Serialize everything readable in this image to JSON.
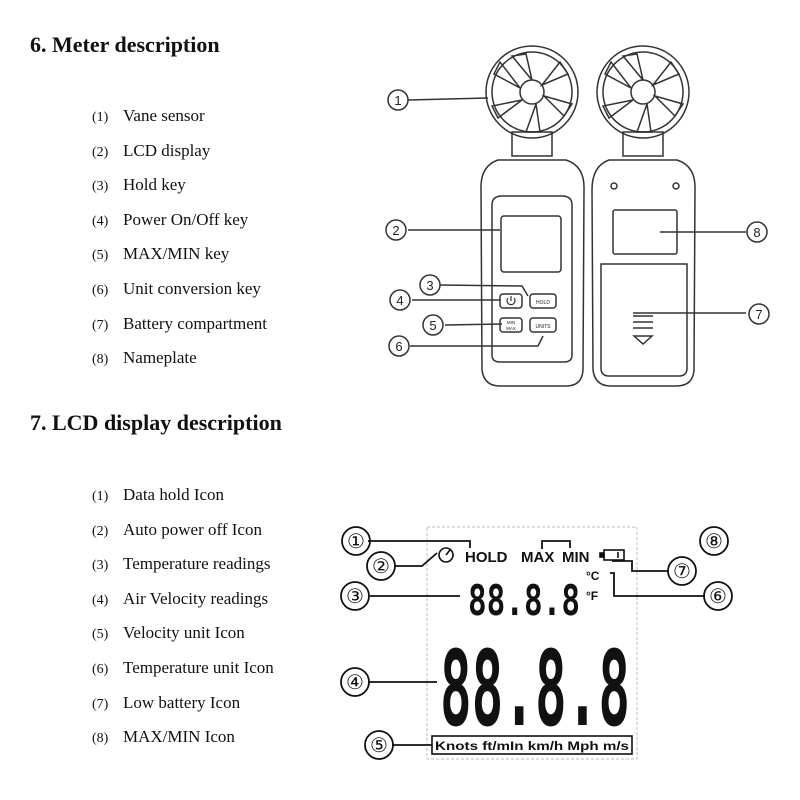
{
  "section6": {
    "title": "6. Meter description",
    "items": [
      {
        "num": "(1)",
        "label": "Vane sensor"
      },
      {
        "num": "(2)",
        "label": "LCD display"
      },
      {
        "num": "(3)",
        "label": "Hold key"
      },
      {
        "num": "(4)",
        "label": "Power On/Off key"
      },
      {
        "num": "(5)",
        "label": "MAX/MIN key"
      },
      {
        "num": "(6)",
        "label": "Unit conversion key"
      },
      {
        "num": "(7)",
        "label": "Battery compartment"
      },
      {
        "num": "(8)",
        "label": "Nameplate"
      }
    ],
    "callouts": [
      "1",
      "2",
      "3",
      "4",
      "5",
      "6",
      "7",
      "8"
    ],
    "buttons": {
      "hold": "HOLD",
      "units": "UNITS",
      "maxmin_top": "MIN",
      "maxmin_bottom": "MAX"
    }
  },
  "section7": {
    "title": "7. LCD display description",
    "items": [
      {
        "num": "(1)",
        "label": "Data hold Icon"
      },
      {
        "num": "(2)",
        "label": "Auto power off Icon"
      },
      {
        "num": "(3)",
        "label": "Temperature readings"
      },
      {
        "num": "(4)",
        "label": "Air Velocity readings"
      },
      {
        "num": "(5)",
        "label": "Velocity unit Icon"
      },
      {
        "num": "(6)",
        "label": "Temperature unit Icon"
      },
      {
        "num": "(7)",
        "label": "Low battery Icon"
      },
      {
        "num": "(8)",
        "label": "MAX/MIN Icon"
      }
    ],
    "callouts": [
      "①",
      "②",
      "③",
      "④",
      "⑤",
      "⑥",
      "⑦",
      "⑧"
    ],
    "lcd": {
      "hold": "HOLD",
      "max": "MAX",
      "min": "MIN",
      "celsius": "°C",
      "fahrenheit": "°F",
      "temp_digits": "88.8.8",
      "velocity_digits": "88.8.8",
      "units": "Knots ft/mIn km/h Mph m/s"
    }
  }
}
